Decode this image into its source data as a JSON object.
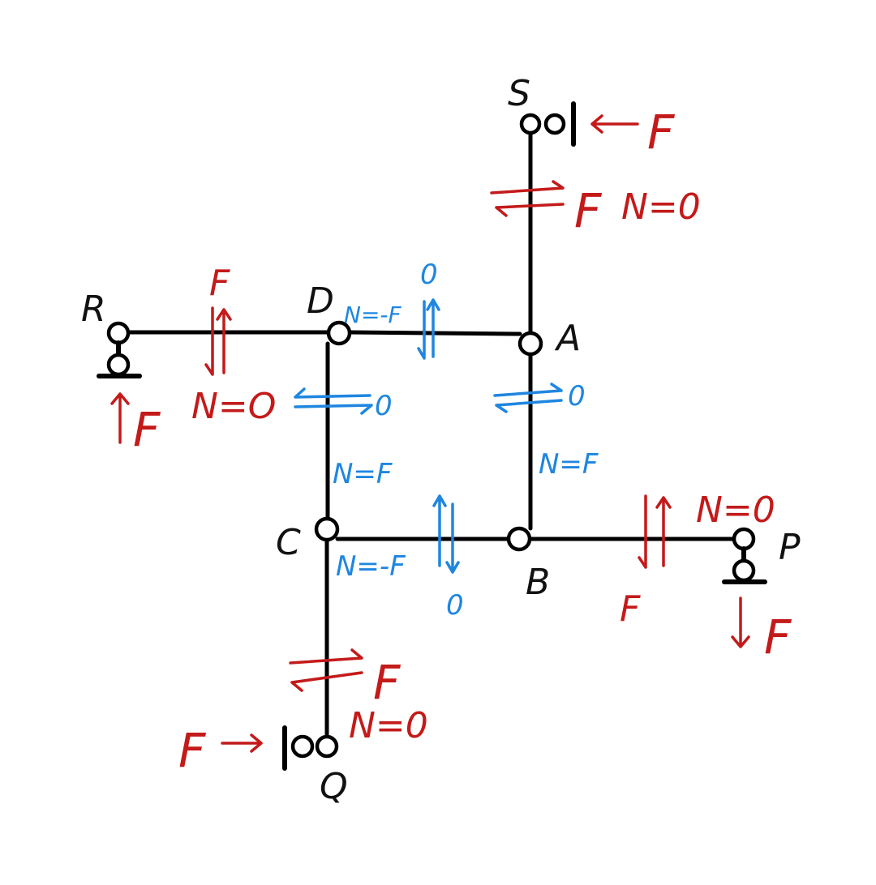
{
  "nodes": {
    "S": "S",
    "R": "R",
    "D": "D",
    "A": "A",
    "C": "C",
    "B": "B",
    "P": "P",
    "Q": "Q"
  },
  "external_loads": {
    "S": "F",
    "R": "F",
    "P": "F",
    "Q": "F"
  },
  "member_forces": {
    "SA": {
      "shear": "F",
      "axial": "N=0"
    },
    "RD": {
      "shear": "F",
      "axial": "N=O"
    },
    "DA": {
      "axial": "N=-F",
      "shear": "0"
    },
    "DC": {
      "axial": "N=F",
      "shear": "0"
    },
    "AB": {
      "axial": "N=F",
      "shear": "0"
    },
    "CB": {
      "axial": "N=-F",
      "shear": "0"
    },
    "BP": {
      "shear": "F",
      "axial": "N=0"
    },
    "CQ": {
      "shear": "F",
      "axial": "N=0"
    }
  },
  "colors": {
    "structure": "#000000",
    "load_red": "#c41a1a",
    "force_blue": "#1f86e0"
  }
}
